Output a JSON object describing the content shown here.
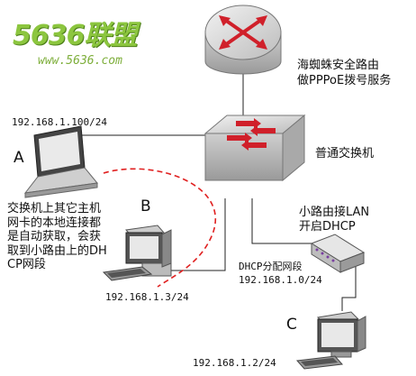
{
  "logo": {
    "name": "5636联盟",
    "url": "www.5636.com"
  },
  "router": {
    "label_line1": "海蜘蛛安全路由",
    "label_line2": "做PPPoE拨号服务"
  },
  "switch": {
    "label": "普通交换机"
  },
  "pc_a": {
    "letter": "A",
    "ip": "192.168.1.100/24"
  },
  "pc_b": {
    "letter": "B",
    "ip": "192.168.1.3/24"
  },
  "pc_c": {
    "letter": "C",
    "ip": "192.168.1.2/24"
  },
  "small_router": {
    "label_line1": "小路由接LAN",
    "label_line2": "开启DHCP",
    "dhcp_line1": "DHCP分配网段",
    "dhcp_line2": "192.168.1.0/24"
  },
  "note": "交换机上其它主机网卡的本地连接都是自动获取，会获取到小路由上的DHCP网段",
  "colors": {
    "device_gray": "#d4d4d4",
    "arrow_red": "#d0202a",
    "dashed_link": "#e02020",
    "logo_green": "#8cc63f"
  }
}
